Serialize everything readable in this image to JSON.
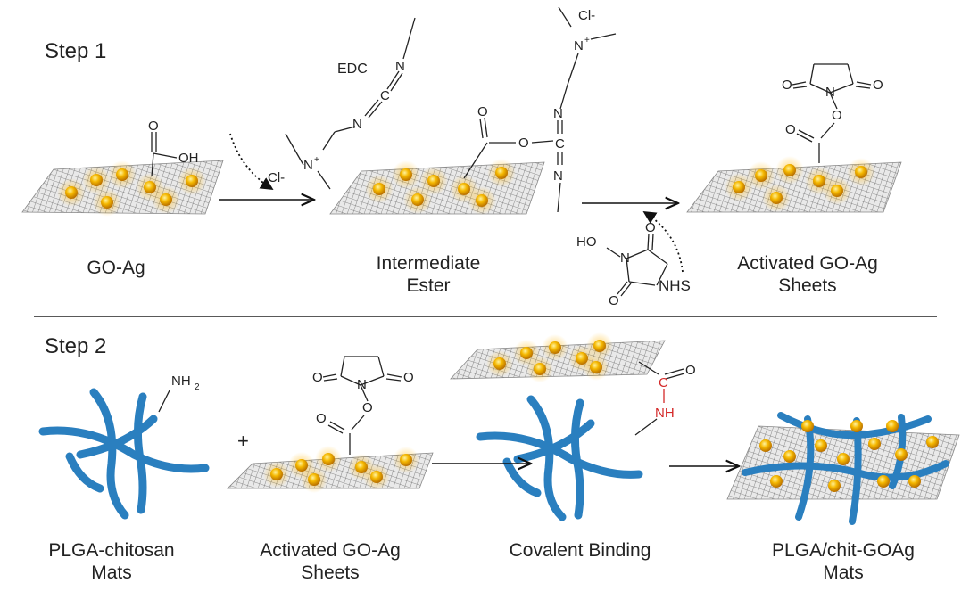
{
  "steps": {
    "step1": "Step 1",
    "step2": "Step 2"
  },
  "labels": {
    "go_ag": "GO-Ag",
    "intermediate_line1": "Intermediate",
    "intermediate_line2": "Ester",
    "activated_line1": "Activated GO-Ag",
    "activated_line2": "Sheets",
    "plga_line1": "PLGA-chitosan",
    "plga_line2": "Mats",
    "activated2_line1": "Activated GO-Ag",
    "activated2_line2": "Sheets",
    "covalent": "Covalent Binding",
    "final_line1": "PLGA/chit-GOAg",
    "final_line2": "Mats"
  },
  "chem": {
    "edc": "EDC",
    "nhs": "NHS",
    "cl": "Cl-",
    "n": "N",
    "n_plus": "N",
    "plus_sup": "+",
    "o": "O",
    "oh": "OH",
    "ho": "HO",
    "c": "C",
    "nh": "NH",
    "nh2": "NH",
    "sub2": "2",
    "plus": "+"
  },
  "colors": {
    "chitosan_blue": "#2a7fbf",
    "particle": "#f2b200",
    "sheet": "#7a7a7a",
    "amide_red": "#d42a2a",
    "divider": "#222222"
  }
}
